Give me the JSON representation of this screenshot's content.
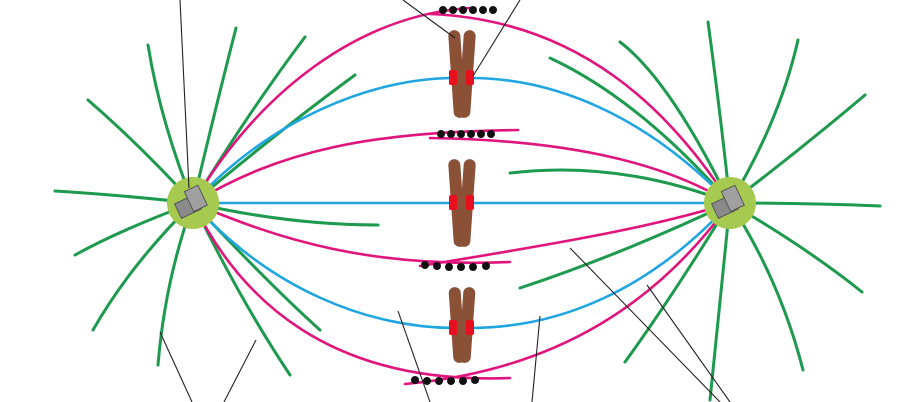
{
  "diagram": {
    "kind": "mitotic spindle at metaphase",
    "labels_visible": false,
    "colors": {
      "astral_microtubule": "#1e9a4f",
      "kinetochore_microtubule": "#1ea5e2",
      "polar_microtubule": "#e0147c",
      "chromosome": "#8a5137",
      "kinetochore": "#e8101e",
      "centrosome": "#a6c94f",
      "centriole": "#808080",
      "motor_protein_dot": "#111111",
      "leader_line": "#222222"
    },
    "components": {
      "spindle_poles": 2,
      "chromosomes": 3,
      "kinetochores_per_chromosome": 2,
      "kinetochore_microtubules": 6,
      "polar_microtubules": 10,
      "astral_microtubules_per_pole": 12,
      "motor_protein_clusters": 4,
      "dots_per_cluster": 6,
      "label_leader_lines": 10
    }
  }
}
